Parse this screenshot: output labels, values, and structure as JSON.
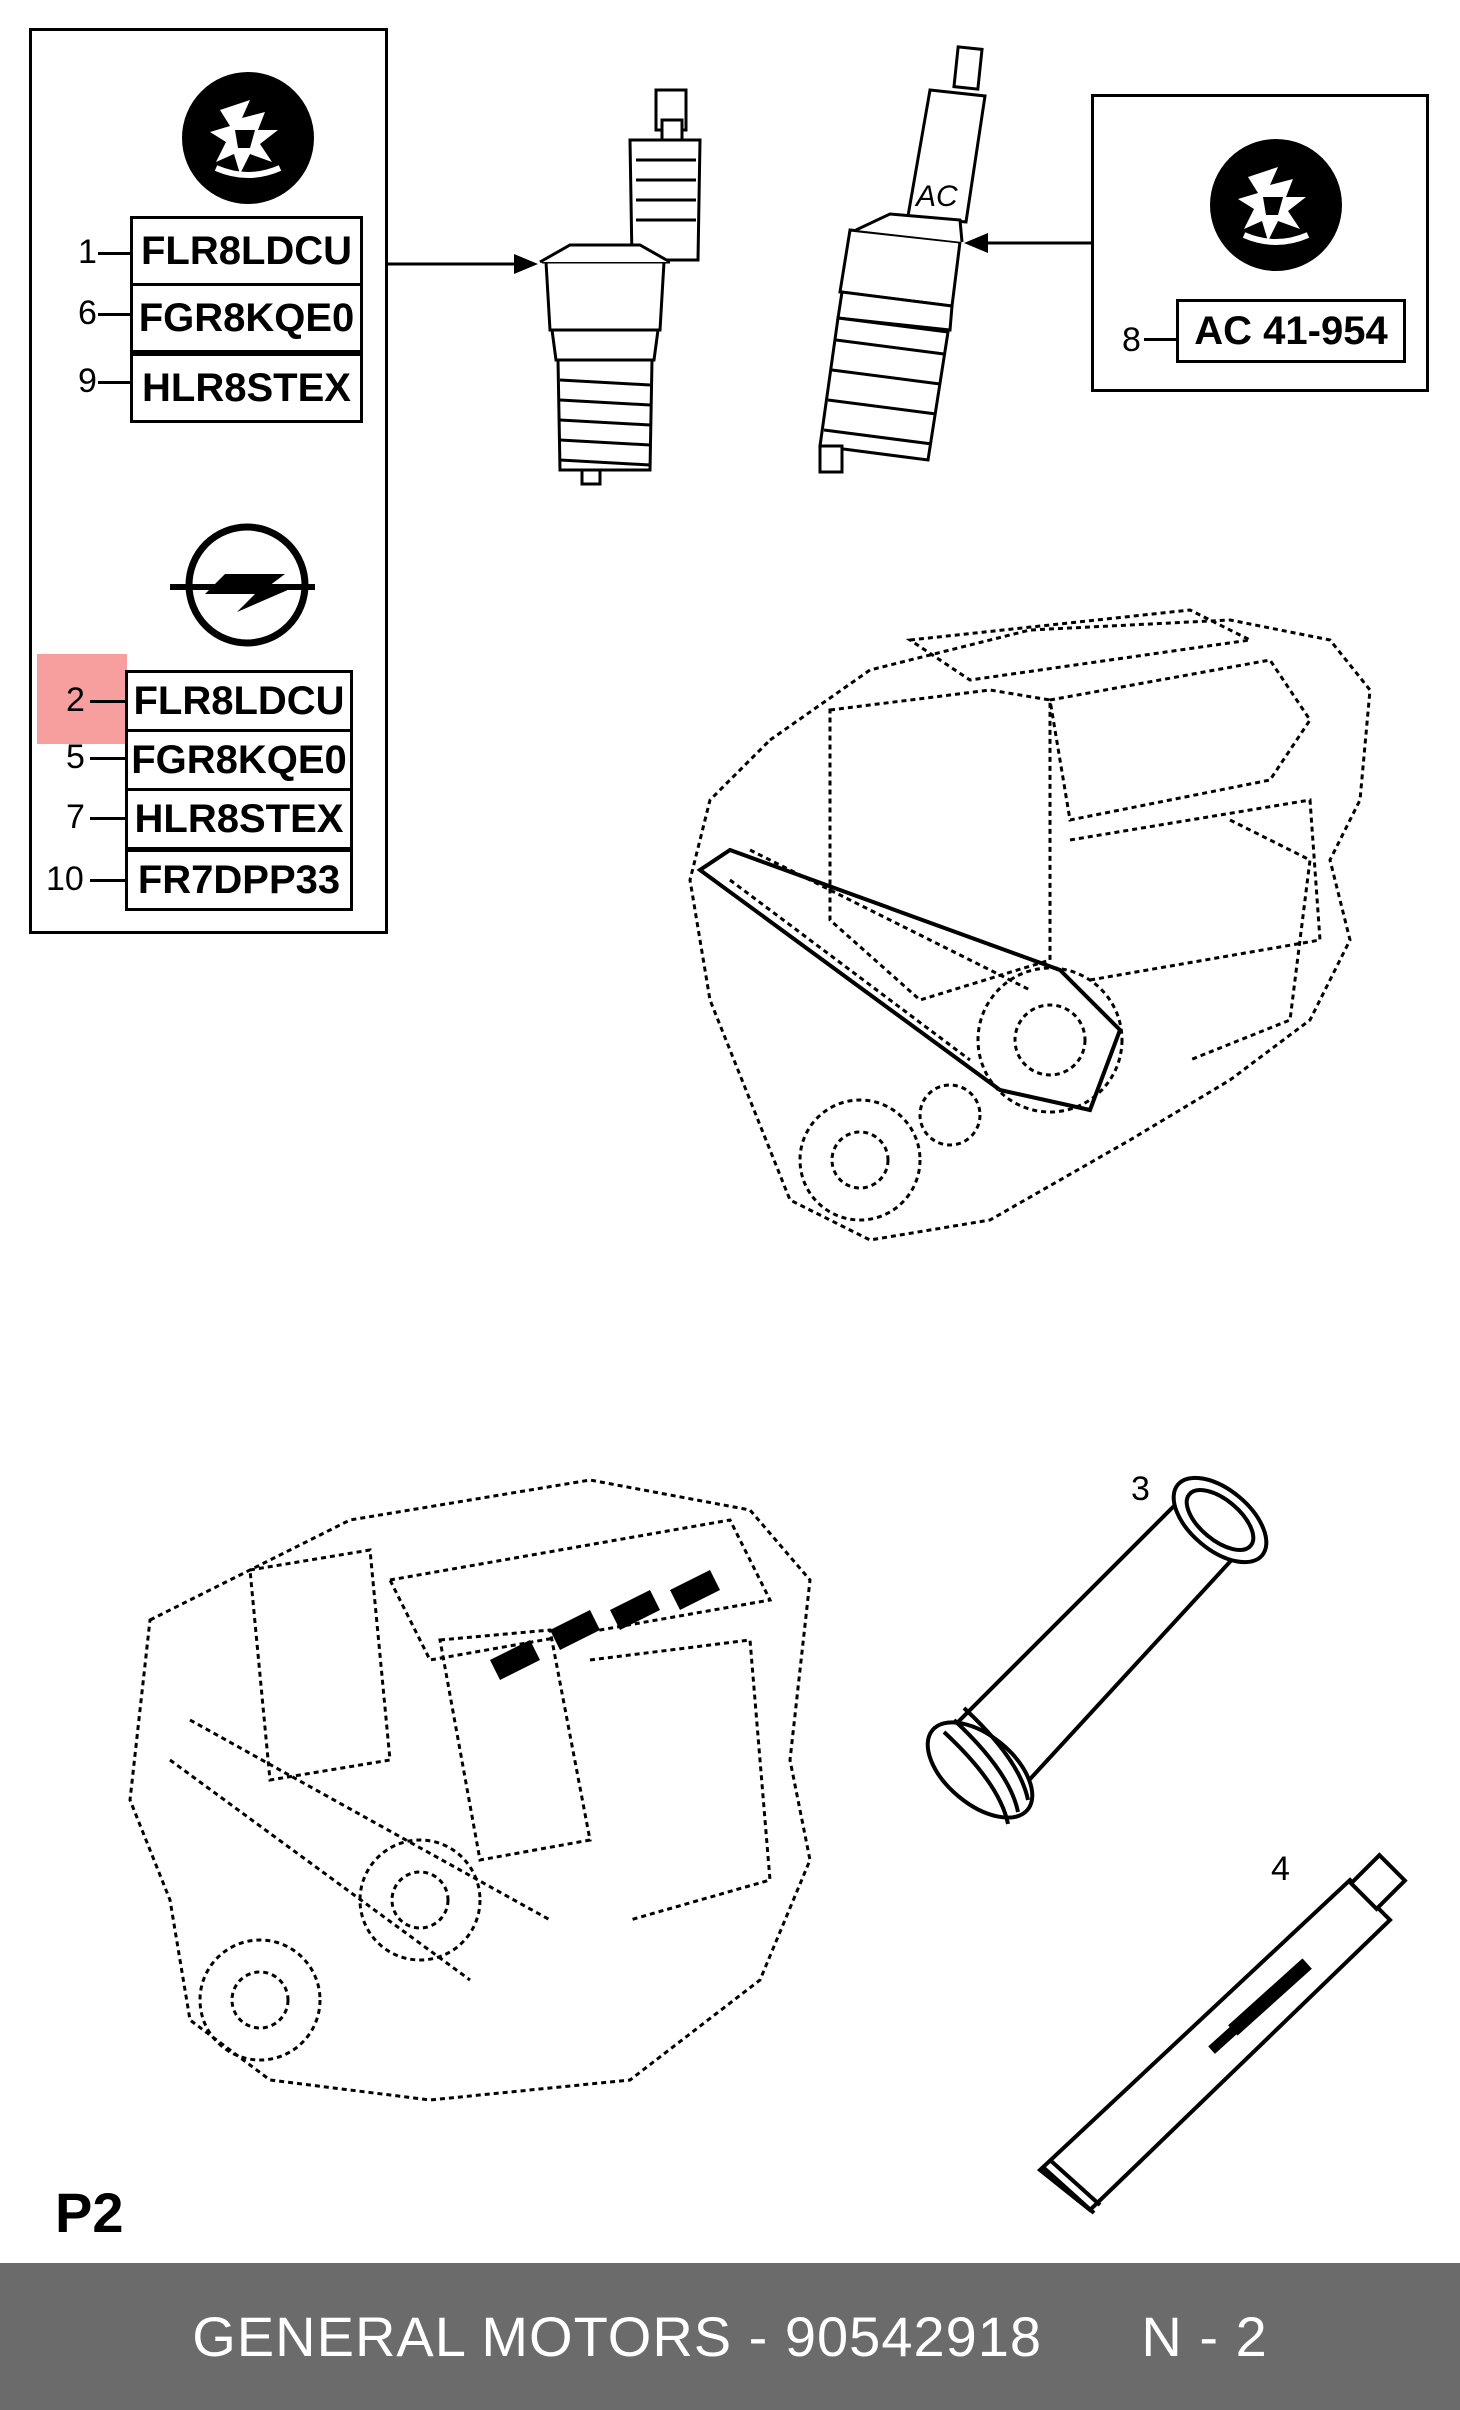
{
  "left_panel": {
    "brand_a_logo": "vauxhall-griffin-logo",
    "brand_a_parts": [
      {
        "ref": "1",
        "code": "FLR8LDCU"
      },
      {
        "ref": "6",
        "code": "FGR8KQE0"
      },
      {
        "ref": "9",
        "code": "HLR8STEX"
      }
    ],
    "brand_b_logo": "opel-blitz-logo",
    "brand_b_parts": [
      {
        "ref": "2",
        "code": "FLR8LDCU",
        "highlighted": true
      },
      {
        "ref": "5",
        "code": "FGR8KQE0"
      },
      {
        "ref": "7",
        "code": "HLR8STEX"
      },
      {
        "ref": "10",
        "code": "FR7DPP33"
      }
    ]
  },
  "right_panel": {
    "logo": "vauxhall-griffin-logo",
    "part": {
      "ref": "8",
      "code": "AC 41-954"
    }
  },
  "plug_marking": "AC",
  "callouts": {
    "sleeve": "3",
    "tube": "4"
  },
  "page_label": "P2",
  "footer": {
    "text": "GENERAL MOTORS - 90542918      N - 2",
    "bg_color": "#6b6b6b"
  },
  "highlight_color": "#f05050"
}
